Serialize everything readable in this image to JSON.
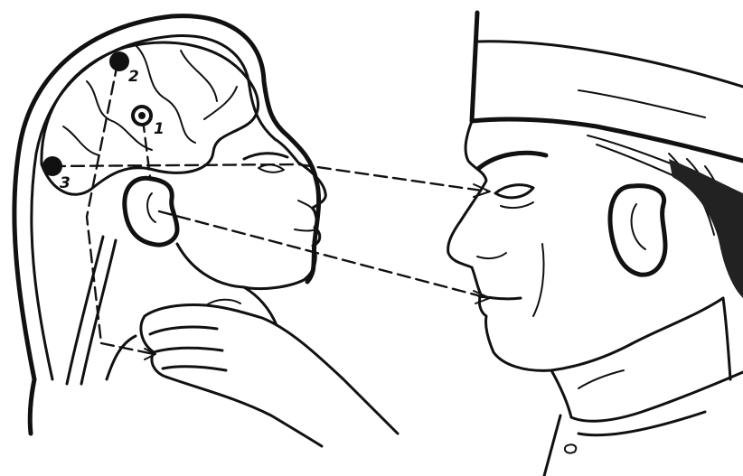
{
  "figure": {
    "markers": [
      {
        "label": "1",
        "filled": false
      },
      {
        "label": "2",
        "filled": true
      },
      {
        "label": "3",
        "filled": true
      }
    ],
    "colors": {
      "ink": "#111111",
      "paper": "#ffffff"
    }
  }
}
